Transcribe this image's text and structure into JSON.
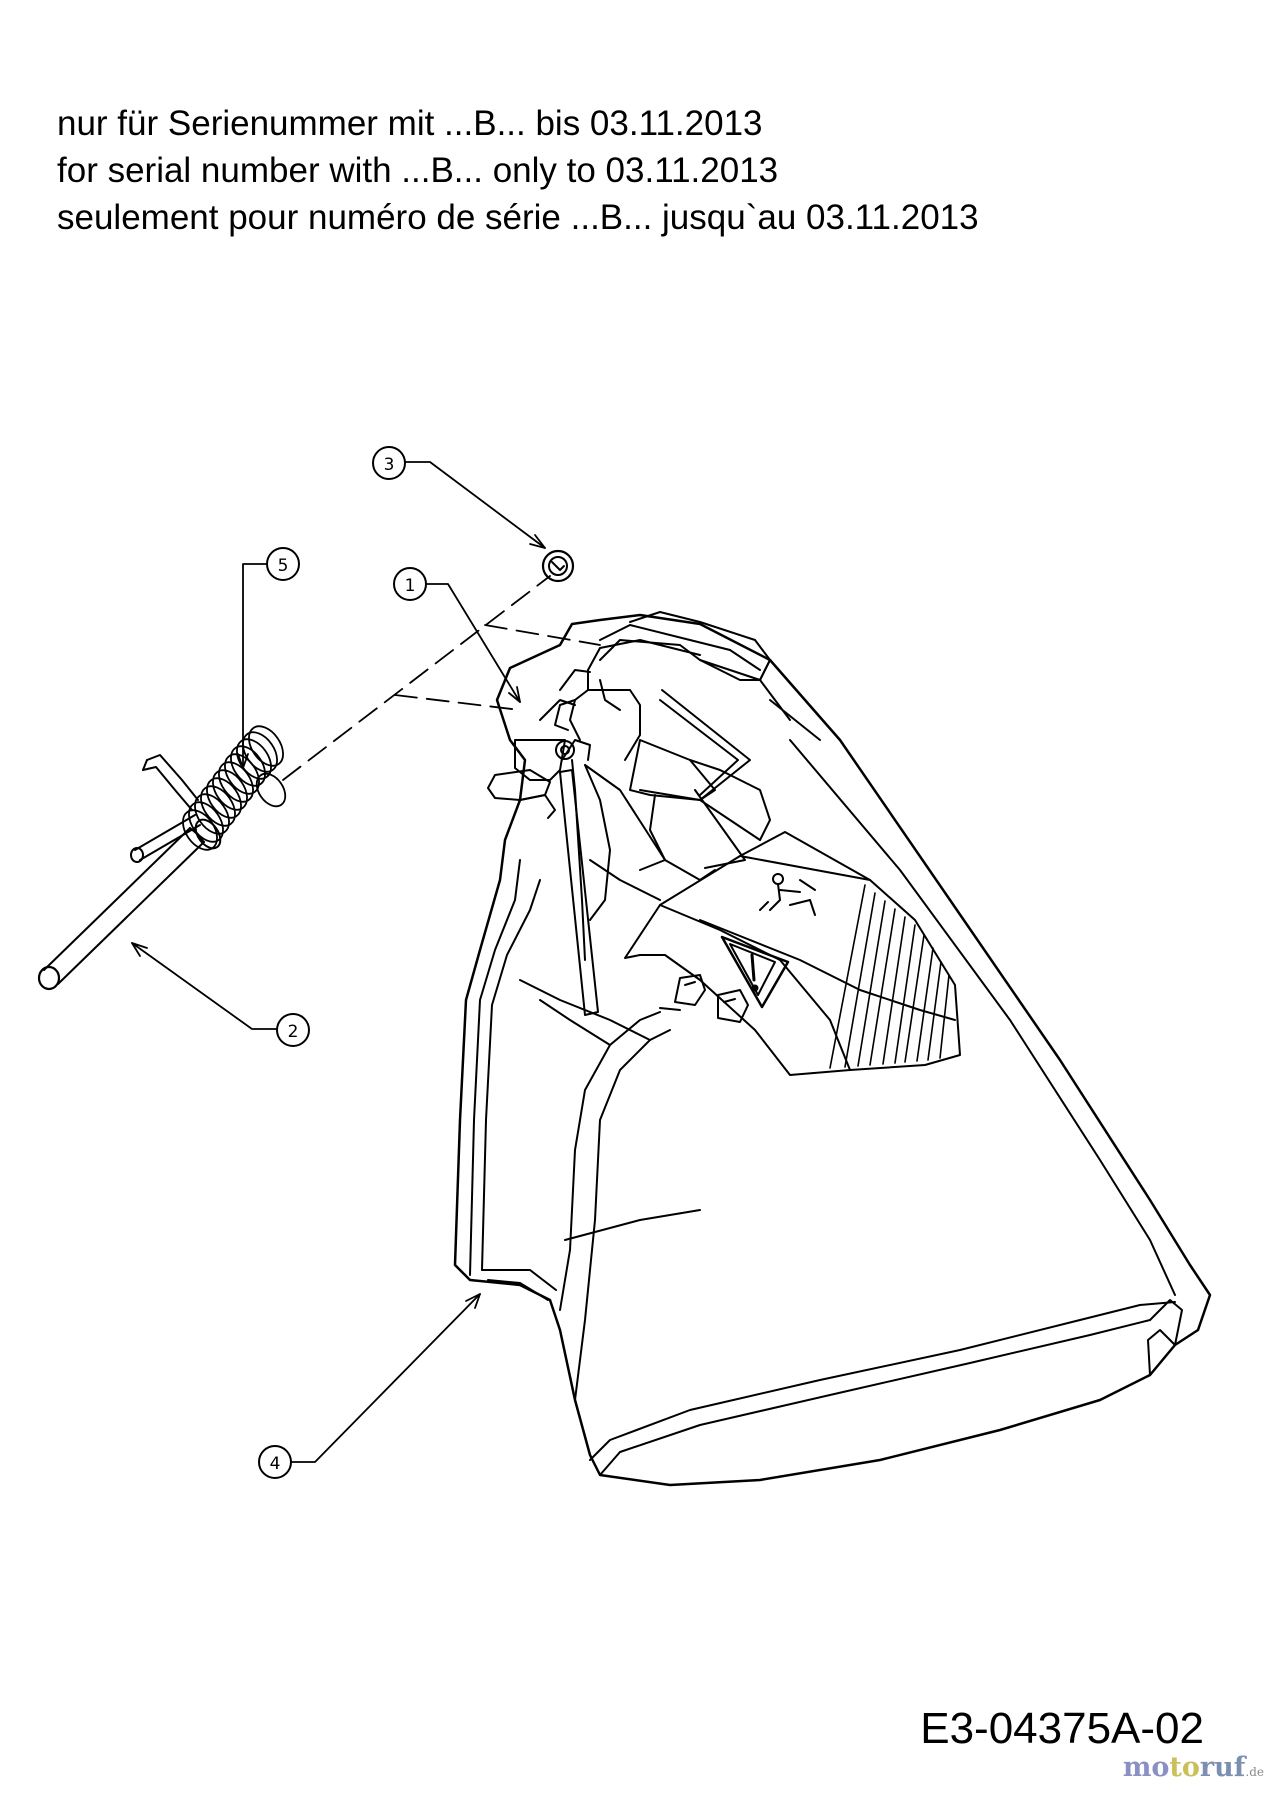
{
  "header": {
    "line_de": "nur für Serienummer mit ...B... bis 03.11.2013",
    "line_en": "for serial number with ...B... only to 03.11.2013",
    "line_fr": "seulement pour numéro de série ...B... jusqu`au 03.11.2013"
  },
  "callouts": {
    "part_1": "1",
    "part_2": "2",
    "part_3": "3",
    "part_4": "4",
    "part_5": "5"
  },
  "drawing_code": "E3-04375A-02",
  "watermark": {
    "part_a": "mo",
    "part_b": "to",
    "part_c": "ruf",
    "tld": ".de"
  },
  "colors": {
    "line": "#000000",
    "background": "#ffffff"
  }
}
